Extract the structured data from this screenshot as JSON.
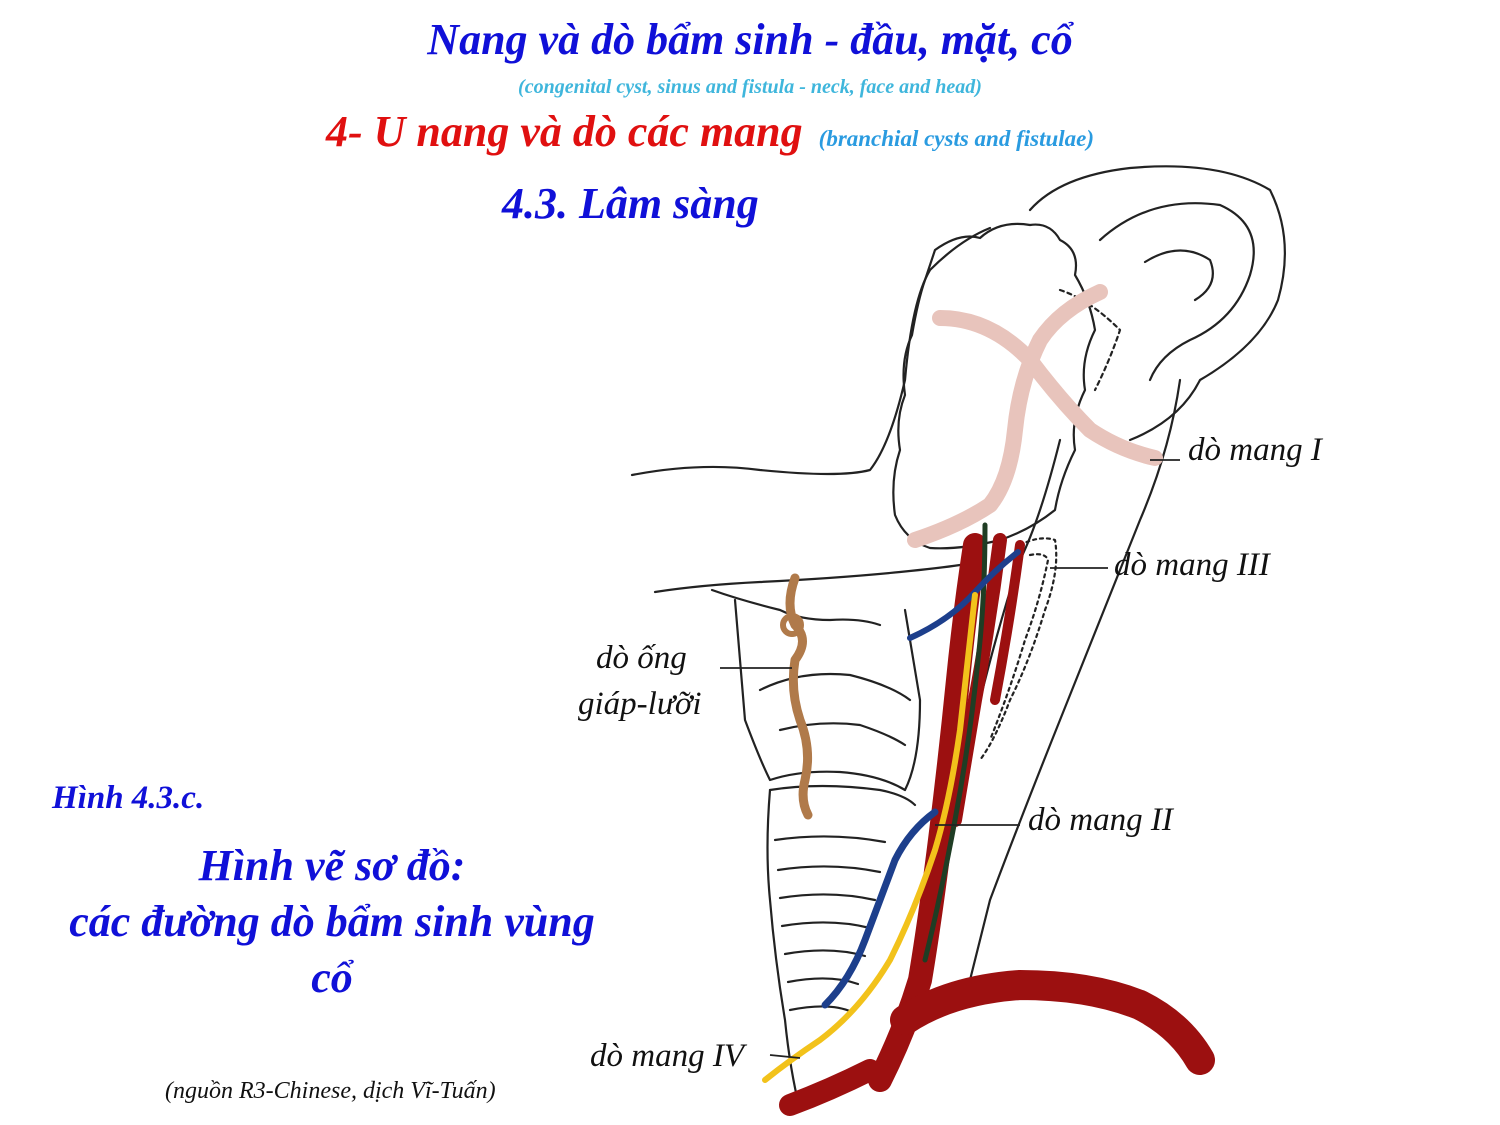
{
  "header": {
    "title": "Nang và dò bẩm sinh - đầu, mặt, cổ",
    "subtitle": "(congenital cyst, sinus and fistula - neck, face and head)",
    "section_title": "4- U nang và dò các mang",
    "section_subtitle": "(branchial cysts and fistulae)",
    "subsection_title": "4.3. Lâm sàng"
  },
  "diagram": {
    "labels": {
      "fistula_1": "dò mang I",
      "fistula_2": "dò mang II",
      "fistula_3": "dò mang III",
      "fistula_4": "dò mang IV",
      "thyroglossal_line1": "dò ống",
      "thyroglossal_line2": "giáp-lưỡi"
    },
    "colors": {
      "fistula_1": "#e8c4bc",
      "fistula_2": "#1d3f8c",
      "fistula_3": "#1d3f8c",
      "fistula_4": "#f2c21b",
      "artery": "#9c1010",
      "nerve": "#1f3d24",
      "thyroglossal": "#b07a4a"
    }
  },
  "figure": {
    "number": "Hình 4.3.c.",
    "caption_line1": "Hình vẽ sơ đồ:",
    "caption_line2": "các đường dò bẩm sinh vùng cổ",
    "source": "(nguồn R3-Chinese, dịch Vĩ-Tuấn)"
  }
}
